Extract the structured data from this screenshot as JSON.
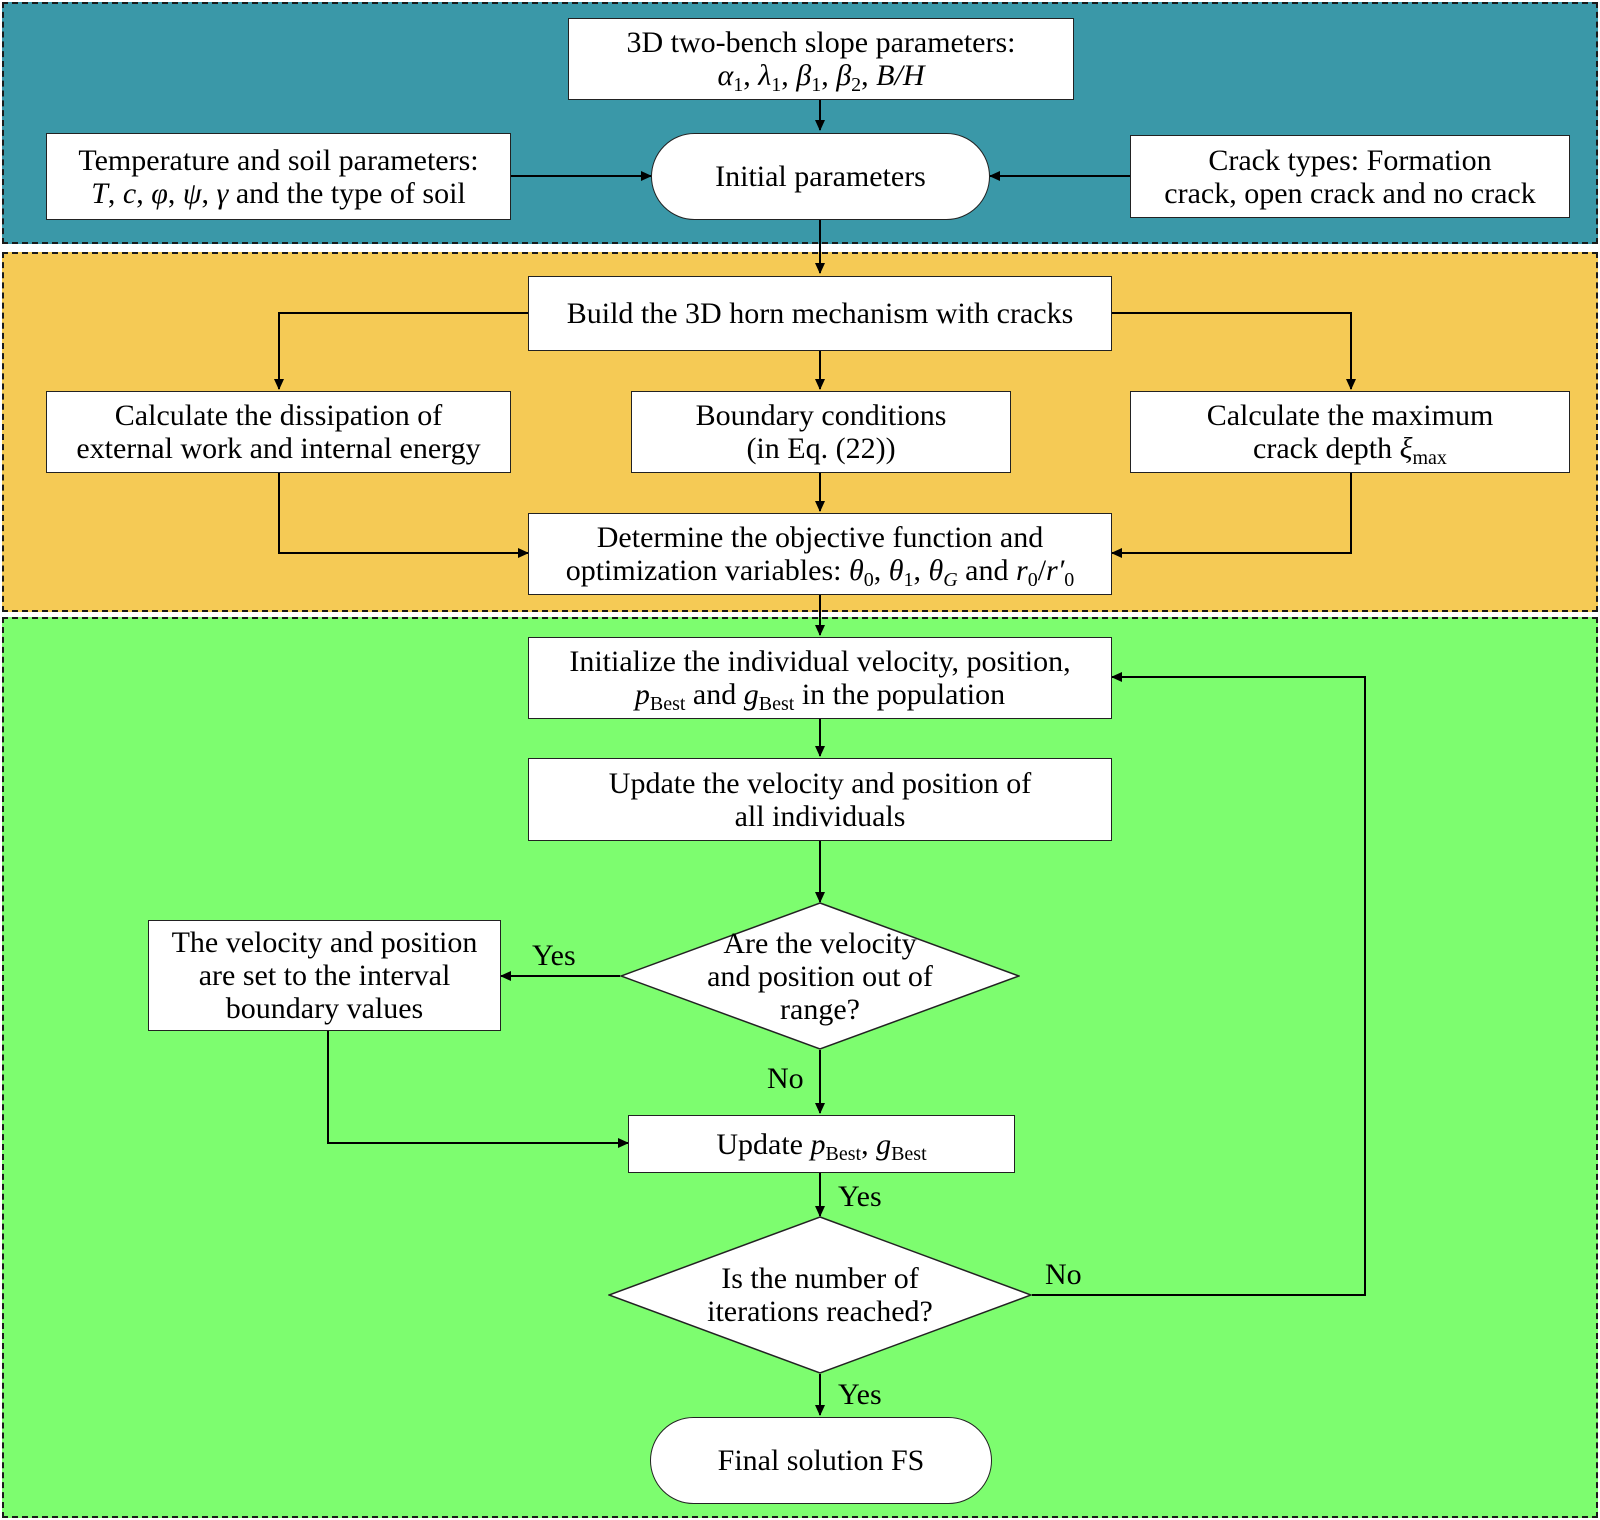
{
  "nodes": {
    "slope_params": {
      "lines": [
        "3D two-bench slope parameters:"
      ],
      "symbols": {
        "a": "α",
        "l": "λ",
        "b": "β",
        "sub1": "1",
        "sub2": "2",
        "bh": "B/H"
      }
    },
    "temp_soil": {
      "line1": "Temperature and soil parameters:",
      "symbols": {
        "T": "T",
        "c": "c",
        "phi": "φ",
        "psi": "ψ",
        "gamma": "γ"
      },
      "tail": "and the type of soil"
    },
    "initial_params": {
      "label": "Initial parameters"
    },
    "crack_types": {
      "line1": "Crack types: Formation",
      "line2": "crack, open crack and no crack"
    },
    "build_horn": {
      "label": "Build the 3D horn mechanism with cracks"
    },
    "calc_dissipation": {
      "line1": "Calculate the dissipation of",
      "line2": "external work and internal energy"
    },
    "boundary_conditions": {
      "line1": "Boundary conditions",
      "line2": "(in Eq. (22))"
    },
    "calc_crack_depth": {
      "line1": "Calculate the maximum",
      "line2_prefix": "crack depth",
      "xi": "ξ",
      "xi_sub": "max"
    },
    "objective": {
      "line1": "Determine the objective function and",
      "line2_prefix": "optimization variables:",
      "theta": "θ",
      "sub0": "0",
      "sub1": "1",
      "subG": "G",
      "and": "and",
      "r": "r",
      "rprime": "r′"
    },
    "initialize": {
      "line1": "Initialize the individual velocity, position,",
      "p": "p",
      "g": "g",
      "best": "Best",
      "and": "and",
      "tail": "in the population"
    },
    "update_velocity": {
      "line1": "Update the velocity and position of",
      "line2": "all individuals"
    },
    "out_of_range": {
      "line1": "Are the velocity",
      "line2": "and position out of",
      "line3": "range?"
    },
    "set_boundary": {
      "line1": "The velocity and position",
      "line2": "are set to the interval",
      "line3": "boundary values"
    },
    "update_best": {
      "prefix": "Update",
      "p": "p",
      "g": "g",
      "best": "Best"
    },
    "iterations": {
      "line1": "Is the number of",
      "line2": "iterations reached?"
    },
    "final": {
      "label": "Final solution FS"
    }
  },
  "edge_labels": {
    "yes_out_of_range": "Yes",
    "no_out_of_range": "No",
    "yes_update_best": "Yes",
    "no_iterations": "No",
    "yes_iterations": "Yes"
  }
}
